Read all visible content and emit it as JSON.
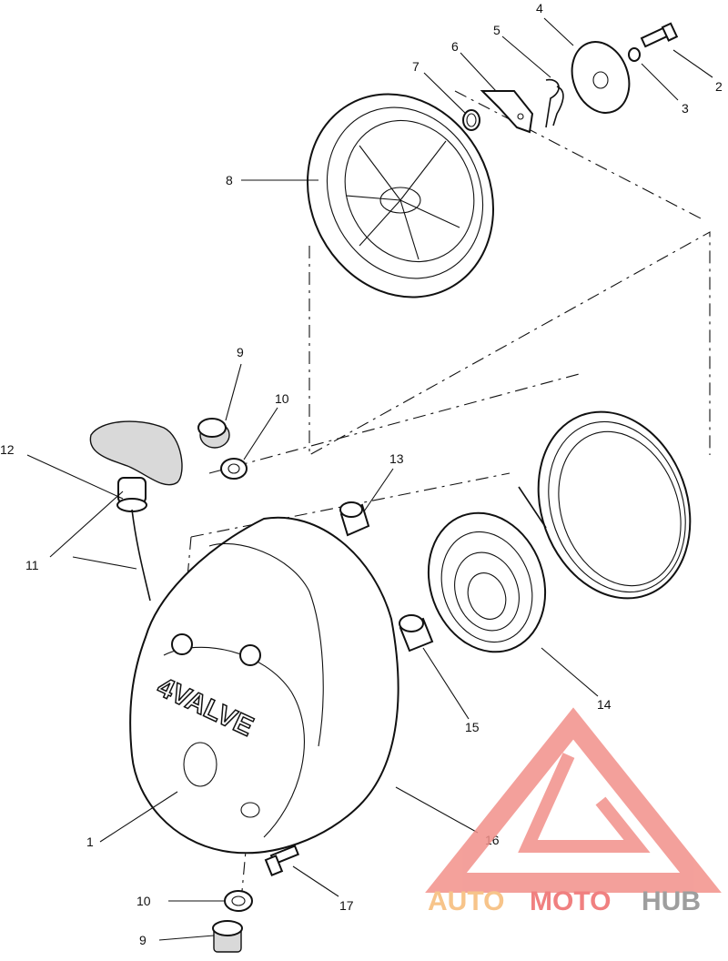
{
  "labels": [
    {
      "id": "1",
      "text": "1"
    },
    {
      "id": "2",
      "text": "2"
    },
    {
      "id": "3",
      "text": "3"
    },
    {
      "id": "4",
      "text": "4"
    },
    {
      "id": "5",
      "text": "5"
    },
    {
      "id": "6",
      "text": "6"
    },
    {
      "id": "7",
      "text": "7"
    },
    {
      "id": "8",
      "text": "8"
    },
    {
      "id": "9a",
      "text": "9"
    },
    {
      "id": "10a",
      "text": "10"
    },
    {
      "id": "11",
      "text": "11"
    },
    {
      "id": "12",
      "text": "12"
    },
    {
      "id": "13",
      "text": "13"
    },
    {
      "id": "14",
      "text": "14"
    },
    {
      "id": "15",
      "text": "15"
    },
    {
      "id": "16",
      "text": "16"
    },
    {
      "id": "17",
      "text": "17"
    },
    {
      "id": "10b",
      "text": "10"
    },
    {
      "id": "9b",
      "text": "9"
    }
  ],
  "cover_text": "4VALVE",
  "watermark": {
    "part1": "AUTO",
    "part2": "MOTO",
    "part3": "HUB",
    "color_auto": "#f7c48a",
    "color_moto": "#f08080",
    "color_hub": "#9e9e9e",
    "logo_color": "#f2908a"
  }
}
